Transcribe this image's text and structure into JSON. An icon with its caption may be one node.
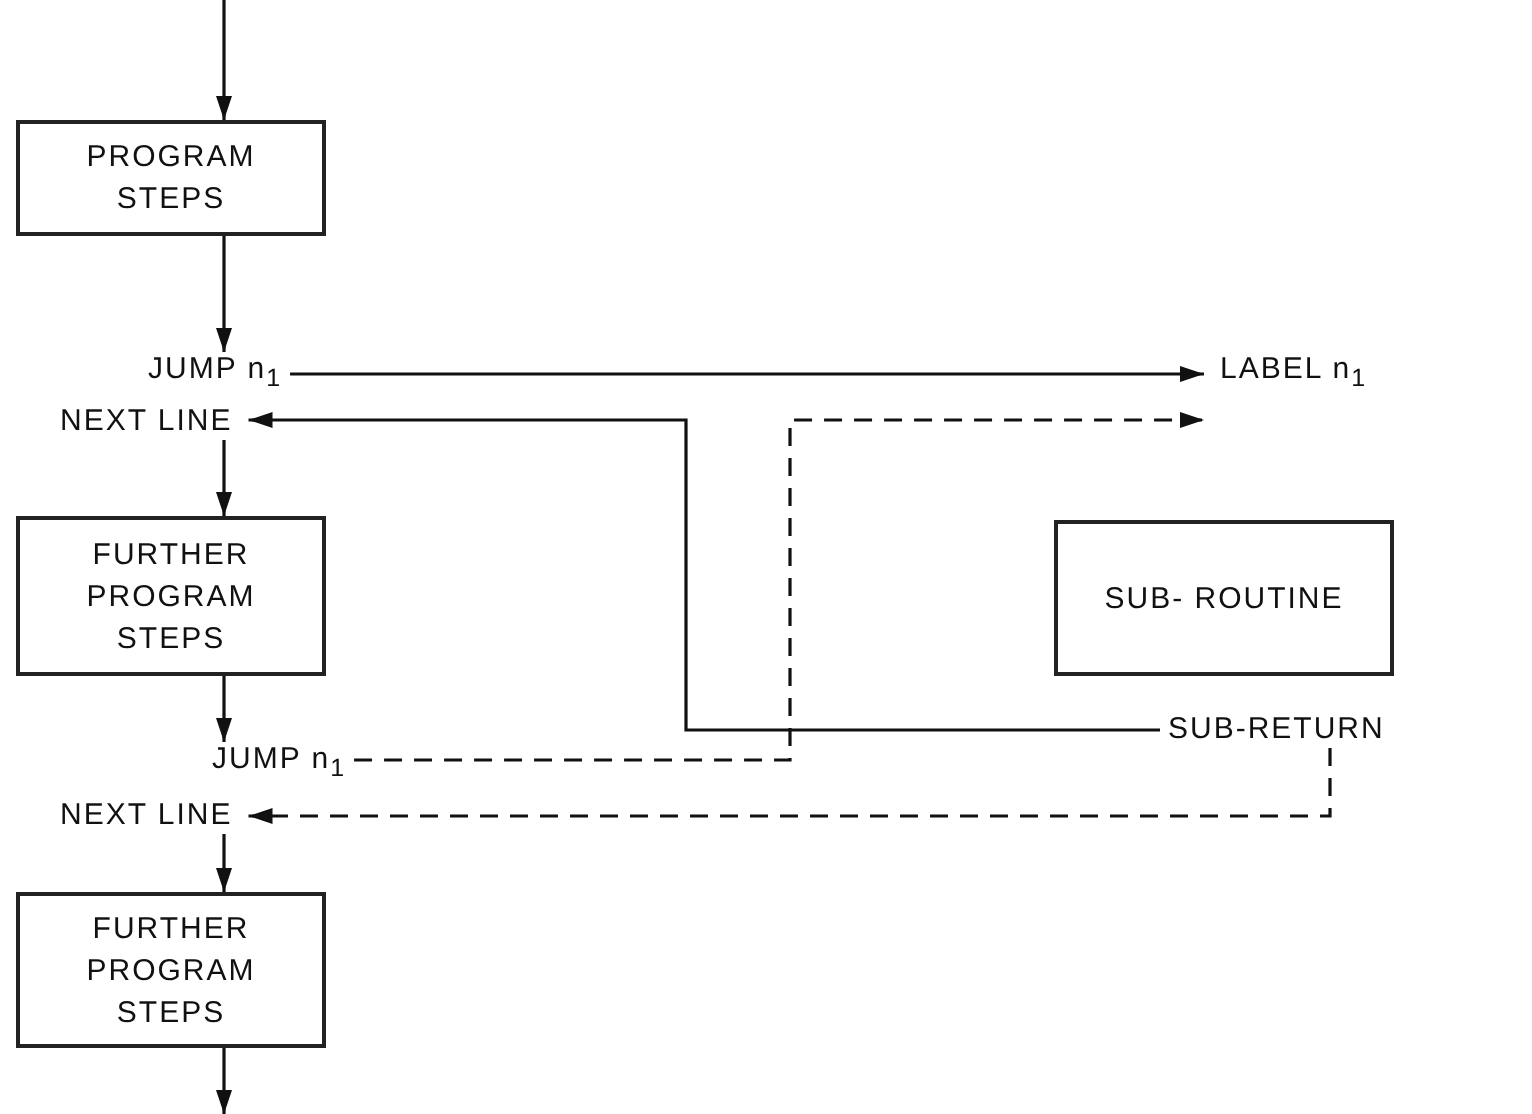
{
  "diagram": {
    "nodes": [
      {
        "text": [
          "PROGRAM STEPS"
        ]
      },
      {
        "text": [
          "JUMP n$_{1}$"
        ]
      },
      {
        "text": [
          "NEXT LINE"
        ]
      },
      {
        "text": [
          "LABEL n$_{1}$"
        ]
      },
      {
        "text": [
          "FURTHER PROGRAM STEPS"
        ]
      },
      {
        "text": [
          "SUB- ROUTINE"
        ]
      },
      {
        "text": [
          "JUMP n$_{1}$"
        ]
      },
      {
        "text": [
          "SUB-RETURN"
        ]
      },
      {
        "text": [
          "NEXT LINE"
        ]
      },
      {
        "text": [
          "FURTHER PROGRAM STEPS"
        ]
      }
    ],
    "edges": [
      {
        "from": null,
        "to": 0,
        "arrow": "to"
      },
      {
        "from": 0,
        "to": 1,
        "arrow": "to"
      },
      {
        "from": 1,
        "to": 3,
        "arrow": "to"
      },
      {
        "from": 7,
        "to": 2,
        "arrow": "to"
      },
      {
        "from": 2,
        "to": 4,
        "arrow": "to"
      },
      {
        "from": 4,
        "to": 6,
        "arrow": "to"
      },
      {
        "from": 6,
        "to": 3,
        "arrow": "to",
        "style": "dashed"
      },
      {
        "from": 7,
        "to": 8,
        "arrow": "to",
        "style": "dashed"
      },
      {
        "from": 8,
        "to": 9,
        "arrow": "to"
      },
      {
        "from": 9,
        "to": null,
        "arrow": "to"
      }
    ]
  }
}
